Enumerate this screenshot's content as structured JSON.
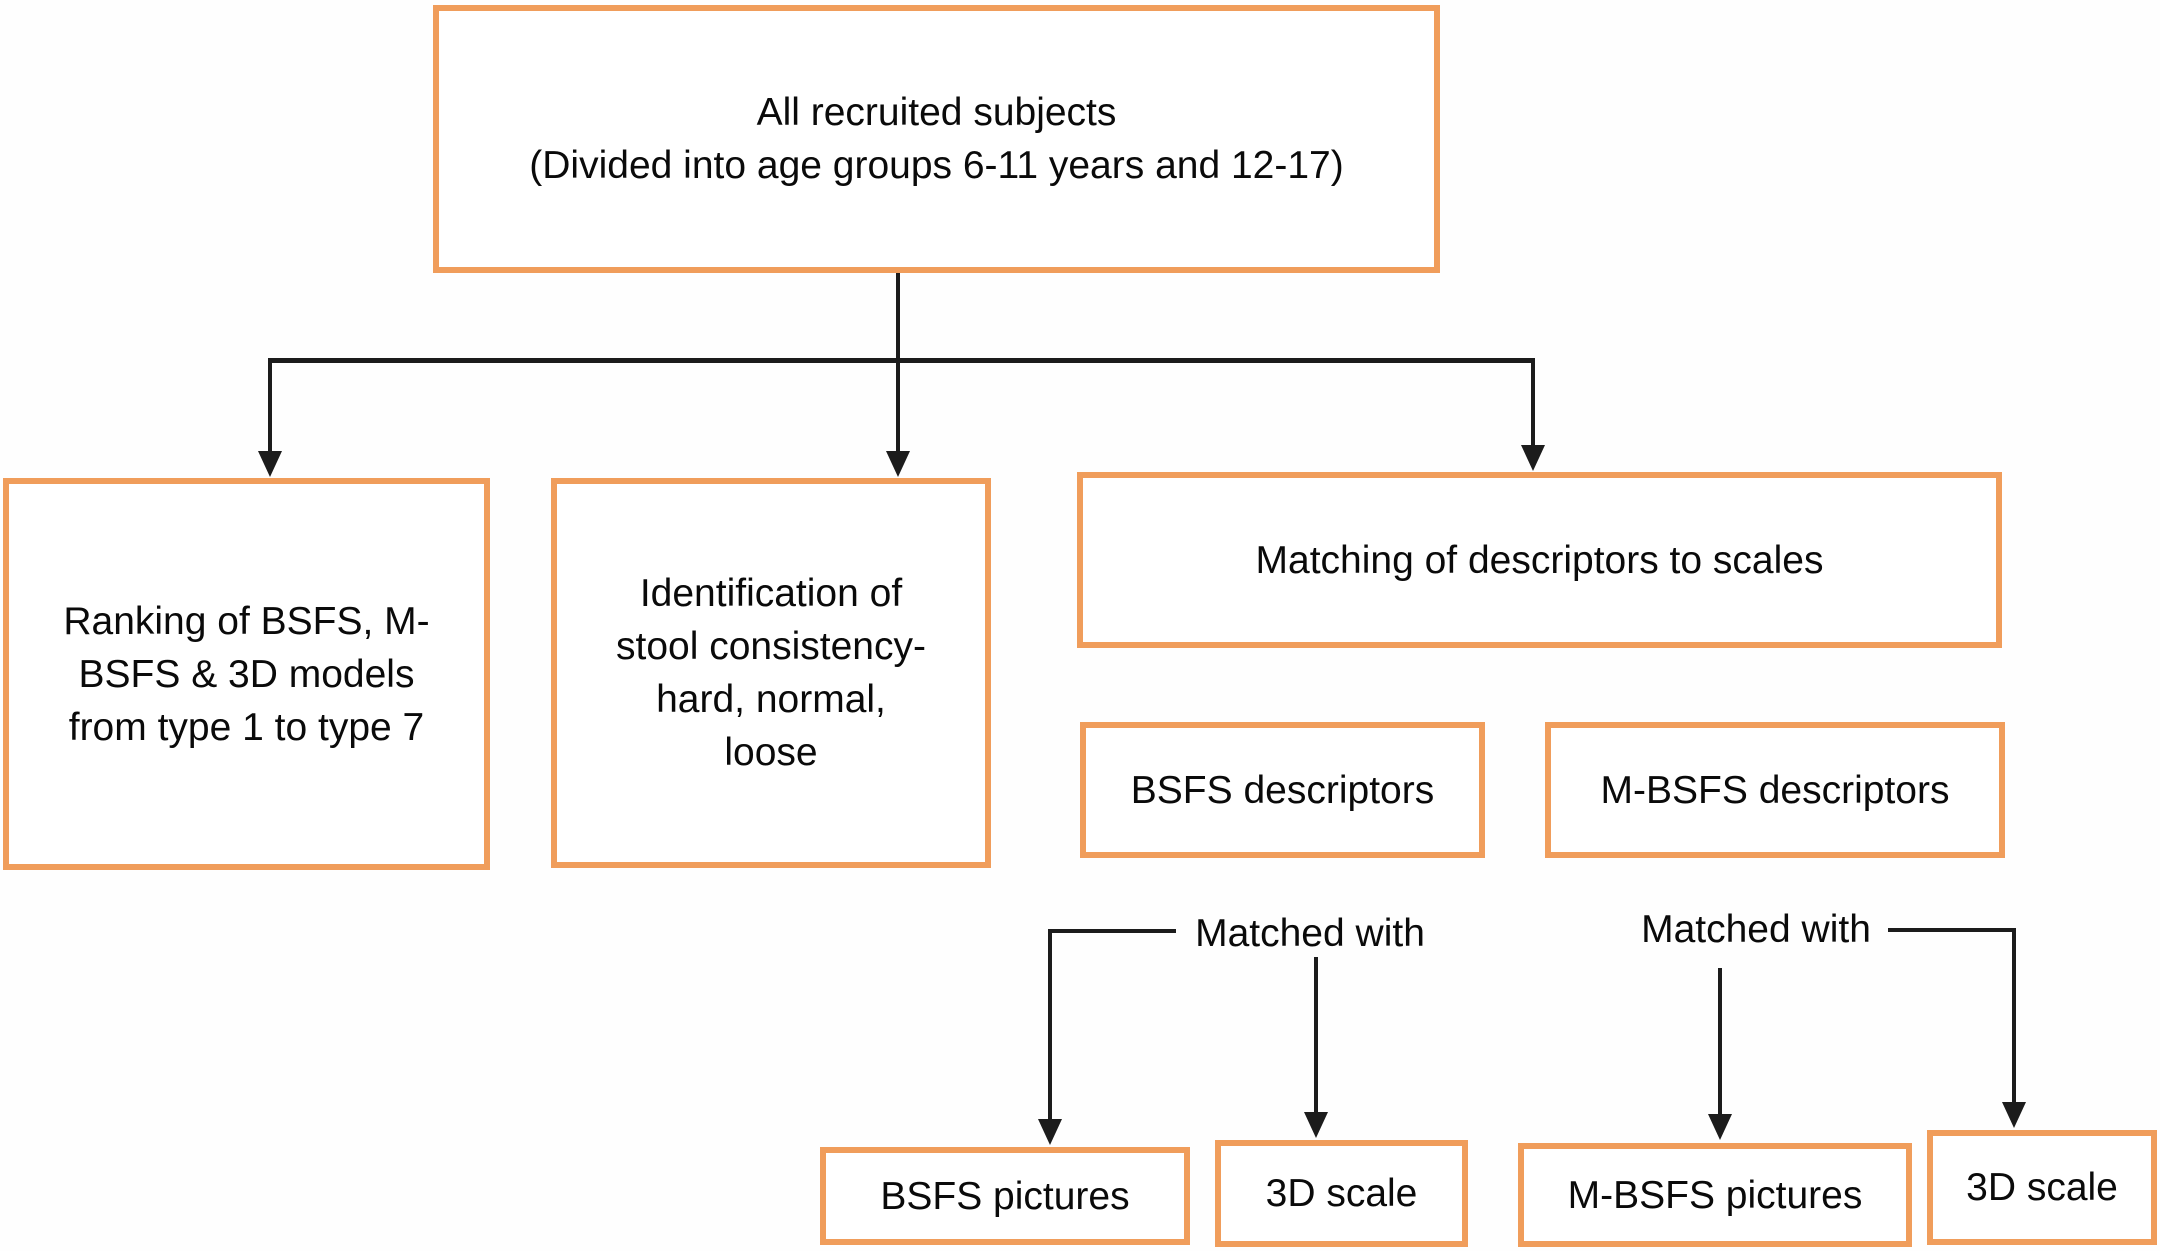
{
  "colors": {
    "box_border": "#F09D5B",
    "connector": "#1C1C1C",
    "background": "#FFFFFF",
    "text": "#0A0A0A"
  },
  "nodes": {
    "root": "All recruited subjects\n(Divided into age groups 6-11 years and 12-17)",
    "ranking": "Ranking of BSFS, M-\nBSFS & 3D models\nfrom type 1 to type 7",
    "identification": "Identification of\nstool consistency-\nhard, normal,\nloose",
    "matching": "Matching of descriptors to scales",
    "bsfs_descriptors": "BSFS descriptors",
    "mbsfs_descriptors": "M-BSFS descriptors",
    "bsfs_pictures": "BSFS pictures",
    "scale_3d_left": "3D scale",
    "mbsfs_pictures": "M-BSFS pictures",
    "scale_3d_right": "3D scale"
  },
  "labels": {
    "matched_with_left": "Matched with",
    "matched_with_right": "Matched with"
  }
}
